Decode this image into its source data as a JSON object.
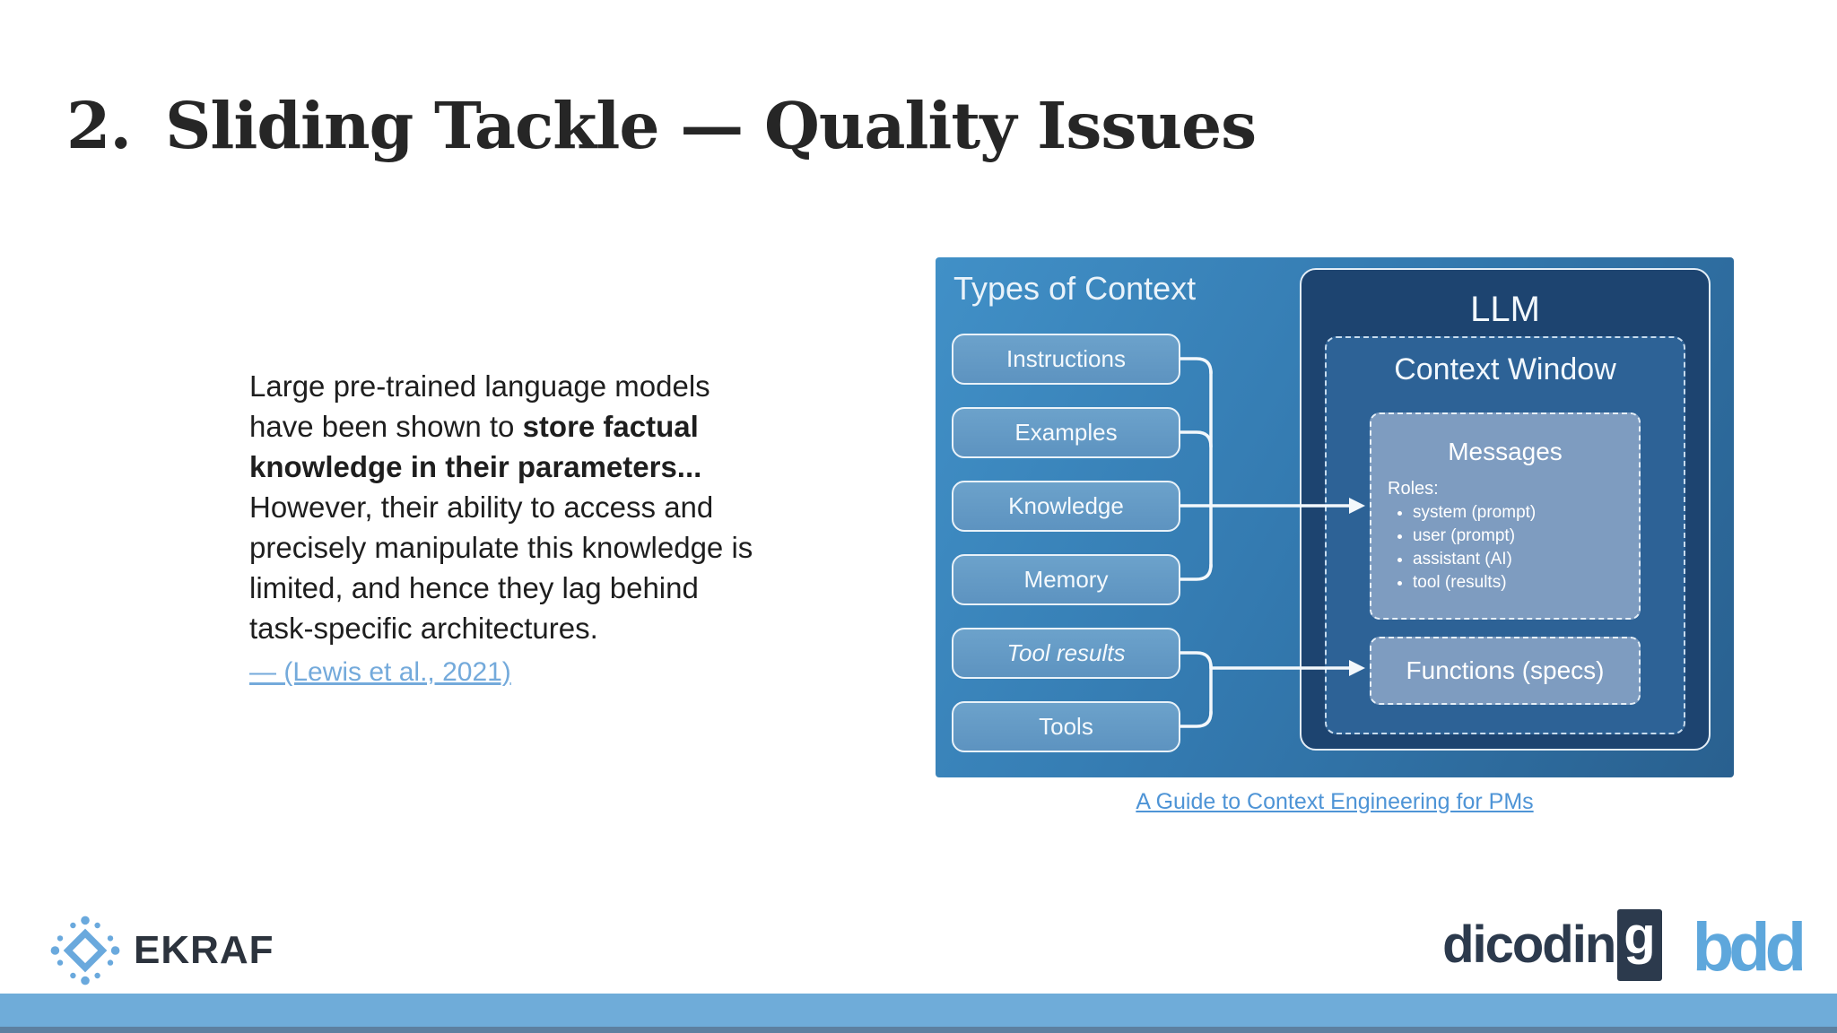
{
  "title": {
    "number": "2.",
    "text": "Sliding Tackle — Quality Issues"
  },
  "quote": {
    "line1": "Large pre-trained language models",
    "line2_normal": "have been shown to ",
    "line2_bold": "store factual",
    "line3_bold": "knowledge in their parameters...",
    "line4": "However, their ability to access and",
    "line5": "precisely manipulate this knowledge is",
    "line6": "limited, and hence they lag behind",
    "line7": "task-specific architectures.",
    "citation": "— (Lewis et al., 2021)"
  },
  "diagram": {
    "title": "Types of Context",
    "context_boxes": [
      {
        "label": "Instructions"
      },
      {
        "label": "Examples"
      },
      {
        "label": "Knowledge"
      },
      {
        "label": "Memory"
      },
      {
        "label": "Tool results"
      },
      {
        "label": "Tools"
      }
    ],
    "llm": {
      "title": "LLM",
      "context_window": {
        "title": "Context Window",
        "messages": {
          "title": "Messages",
          "roles_label": "Roles:",
          "roles": [
            "system (prompt)",
            "user (prompt)",
            "assistant (AI)",
            "tool (results)"
          ]
        },
        "functions_label": "Functions (specs)"
      }
    },
    "caption_link": "A Guide to Context Engineering for PMs"
  },
  "footer": {
    "ekraf_label": "EKRAF",
    "ekraf_icon": "star-emblem-icon",
    "dicoding_main": "dicodin",
    "dicoding_g": "g",
    "bdd_label": "bdd"
  },
  "colors": {
    "quote_link": "#74aadb",
    "caption_link": "#4e94d6",
    "diagram_bg_start": "#4190c7",
    "diagram_bg_end": "#29608f",
    "context_box_fill": "#5d93c0",
    "llm_panel_fill": "#1d4470",
    "context_window_fill": "#2d6296",
    "inner_box_fill": "#7e9cc0",
    "bottom_bar": "#6facd9",
    "ekraf_blue": "#6aa9dd",
    "dicoding_navy": "#2c3a4d",
    "bdd_blue": "#5ea7dc"
  }
}
